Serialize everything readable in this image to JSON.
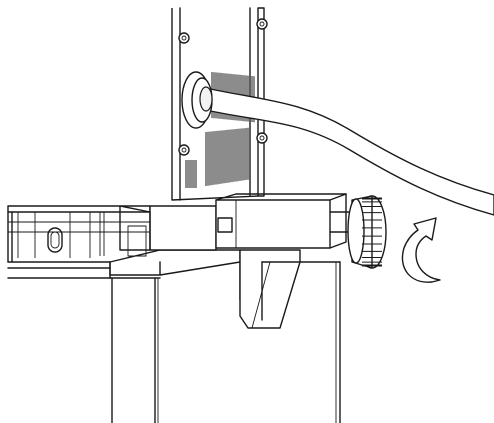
{
  "figure": {
    "parts": [
      {
        "name": "upright-panel",
        "icon": "panel"
      },
      {
        "name": "ventilation-grille",
        "icon": "grille"
      },
      {
        "name": "cable-grommet",
        "icon": "grommet"
      },
      {
        "name": "power-cable",
        "icon": "cable"
      },
      {
        "name": "base-frame",
        "icon": "frame"
      },
      {
        "name": "clamp-block",
        "icon": "clamp"
      },
      {
        "name": "knurled-knob",
        "icon": "knob"
      },
      {
        "name": "support-bracket",
        "icon": "bracket"
      },
      {
        "name": "rotation-arrow",
        "icon": "curved-arrow",
        "direction": "clockwise"
      }
    ],
    "line_color": "#1a1a1a",
    "background": "#ffffff"
  }
}
